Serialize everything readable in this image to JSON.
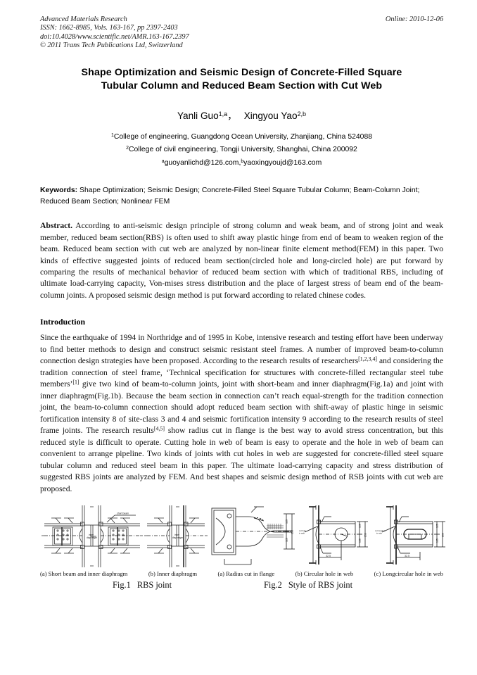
{
  "masthead": {
    "journal": "Advanced Materials Research",
    "issn_line": "ISSN: 1662-8985, Vols. 163-167, pp 2397-2403",
    "doi_line": "doi:10.4028/www.scientific.net/AMR.163-167.2397",
    "copyright_line": "© 2011 Trans Tech Publications Ltd, Switzerland",
    "online_label": "Online: 2010-12-06"
  },
  "title": {
    "line1": "Shape Optimization and Seismic Design of Concrete-Filled Square",
    "line2": "Tubular Column and Reduced Beam Section with Cut Web"
  },
  "authors": {
    "author1_name": "Yanli Guo",
    "author1_sup": "1,a",
    "comma": "，",
    "author2_name": "Xingyou Yao",
    "author2_sup": "2,b",
    "affiliation1_sup": "1",
    "affiliation1": "College of engineering, Guangdong Ocean University, Zhanjiang, China 524088",
    "affiliation2_sup": "2",
    "affiliation2": "College of civil engineering, Tongji University, Shanghai, China 200092",
    "email1_sup": "a",
    "email1": "guoyanlichd@126.com,",
    "email2_sup": "b",
    "email2": "yaoxingyoujd@163.com"
  },
  "keywords": {
    "label": "Keywords:",
    "text": "Shape Optimization; Seismic Design; Concrete-Filled Steel Square Tubular Column; Beam-Column Joint; Reduced Beam Section; Nonlinear FEM"
  },
  "abstract": {
    "label": "Abstract.",
    "text": "According to anti-seismic design principle of strong column and weak beam, and of strong joint and weak member, reduced beam section(RBS) is often used to shift away plastic hinge from end of beam to weaken region of the beam.  Reduced beam section with cut web are analyzed by non-linear finite element method(FEM) in this paper. Two kinds of effective suggested joints of reduced beam section(circled hole and long-circled hole) are put forward by comparing the results of mechanical behavior of reduced beam section with which of traditional RBS, including of ultimate load-carrying capacity, Von-mises stress distribution and the place of largest stress of beam end of the beam-column joints. A proposed seismic design method is put forward according to related chinese codes."
  },
  "introduction": {
    "heading": "Introduction",
    "p1_a": "Since the earthquake of 1994 in Northridge and of 1995 in Kobe, intensive research and testing effort have been underway to find better methods to design and construct seismic resistant steel frames. A number of improved beam-to-column connection design strategies have been proposed. According to the research results of researchers",
    "ref1": "[1,2,3,4]",
    "p1_b": " and considering the tradition connection of steel frame, ‘Technical specification for structures with concrete-filled rectangular steel tube members’",
    "ref2": "[1]",
    "p1_c": "  give two kind of beam-to-column joints, joint with short-beam and inner diaphragm(Fig.1a) and joint with inner diaphragm(Fig.1b). Because the beam section in connection can’t reach equal-strength for the tradition connection joint, the beam-to-column connection should adopt reduced beam section with shift-away of plastic hinge in seismic fortification intensity 8 of site-class 3 and 4 and seismic fortification intensity 9 according to the research results of steel frame joints. The research results",
    "ref3": "[4,5]",
    "p1_d": " show radius cut in flange is the best way to avoid stress concentration, but this reduced style is difficult to operate.  Cutting hole in web of beam is easy to operate and the hole in web of beam can convenient to arrange pipeline. Two kinds of joints with cut holes in web are suggested for concrete-filled steel square tubular column and reduced steel beam in this paper. The ultimate load-carrying capacity and stress distribution of suggested RBS joints are analyzed by FEM. And best shapes and seismic design method of RSB joints with cut web are proposed."
  },
  "figures": {
    "caption_a1": "(a) Short beam and inner diaphragm",
    "caption_b1": "(b) Inner diaphragm",
    "caption_a2": "(a) Radius cut in flange",
    "caption_b2": "(b) Circular hole in web",
    "caption_c2": "(c) Longcircular hole in web",
    "fig1_number": "Fig.1",
    "fig1_title": "RBS joint",
    "fig2_number": "Fig.2",
    "fig2_title": "Style of RBS joint",
    "inner_label_a": "inner diaphragm",
    "inner_label_b": "inner diaphragm",
    "short_beam_label": "short beam",
    "dim_125_top": "125",
    "dim_125_bottom": "125",
    "dim_250": "250",
    "dim_250b": "250",
    "dim_250c": "250",
    "dim_125c": "125",
    "dim_325": "32.5",
    "dim_325b": "32.5",
    "note_b": "cut hole in web of beam",
    "note_c": "cut longhole in web of beam",
    "drawing_color": "#1a1a1a"
  },
  "colors": {
    "page_background": "#ffffff",
    "text": "#111111",
    "heading": "#000000"
  }
}
